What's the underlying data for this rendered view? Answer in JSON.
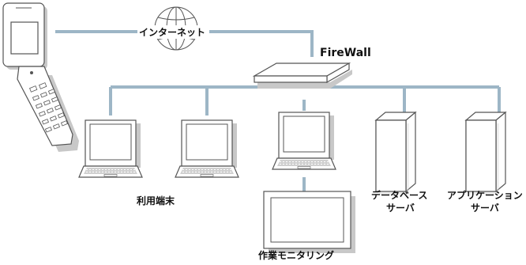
{
  "labels": {
    "internet": "インターネット",
    "firewall": "FireWall",
    "user_terminals": "利用端末",
    "db_server_line1": "データベース",
    "db_server_line2": "サーバ",
    "app_server_line1": "アプリケーション",
    "app_server_line2": "サーバ",
    "work_monitoring": "作業モニタリング"
  },
  "colors": {
    "line": "#9db6c6",
    "stroke": "#555555",
    "fill": "#ffffff",
    "shadow": "#c8c8c8"
  },
  "icons": {
    "phone": "flip-phone-icon",
    "globe": "globe-icon",
    "firewall": "firewall-appliance-icon",
    "laptop": "laptop-icon",
    "server": "server-tower-icon",
    "monitor": "display-monitor-icon"
  }
}
